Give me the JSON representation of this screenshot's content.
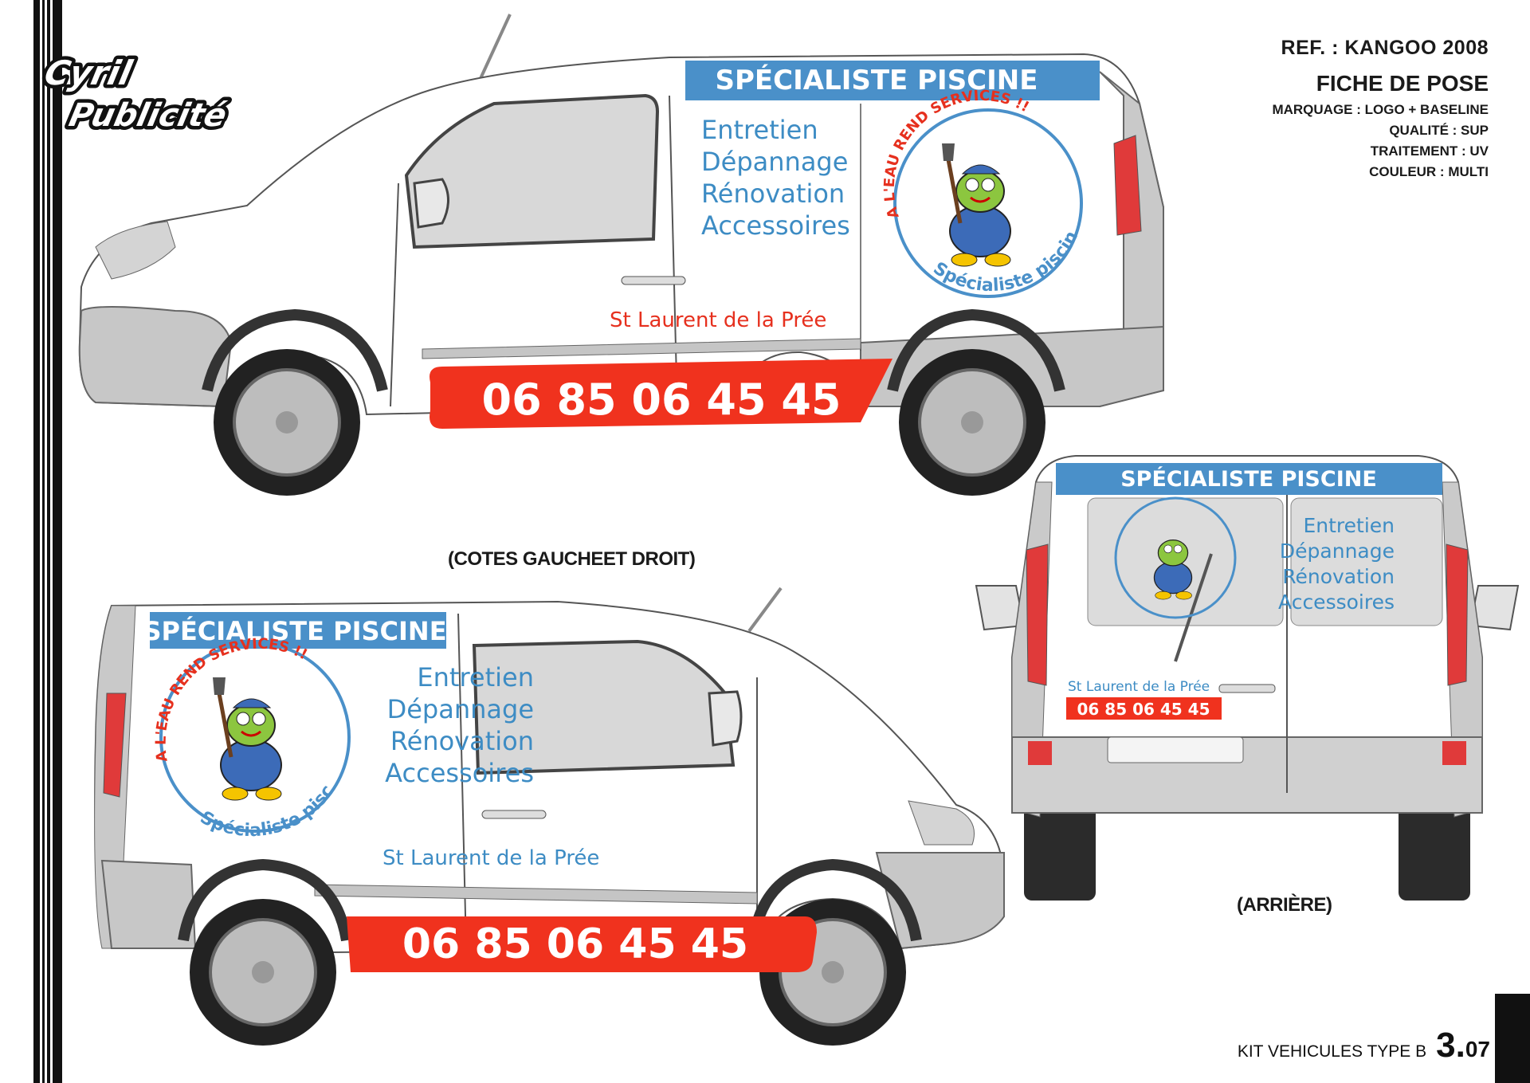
{
  "brand": {
    "line1": "Cyril",
    "line2": "Publicité"
  },
  "sheet": {
    "reference": "REF. : KANGOO 2008",
    "title": "FICHE DE POSE",
    "specs": [
      "MARQUAGE : LOGO + BASELINE",
      "QUALITÉ : SUP",
      "TRAITEMENT : UV",
      "COULEUR : MULTI"
    ]
  },
  "design": {
    "banner": "SPÉCIALISTE PISCINE",
    "services": [
      "Entretien",
      "Dépannage",
      "Rénovation",
      "Accessoires"
    ],
    "arc_top": "A L'EAU REND SERVICES !!",
    "arc_bottom": "Spécialiste piscine",
    "location": "St Laurent de la Prée",
    "phone": "06 85 06 45 45"
  },
  "captions": {
    "sides": "(COTES GAUCHEET DROIT)",
    "rear": "(ARRIÈRE)"
  },
  "footer": {
    "kit": "KIT VEHICULES TYPE B",
    "page_major": "3.",
    "page_minor": "07"
  },
  "colors": {
    "banner_blue": "#4a90c9",
    "service_blue": "#3d8cc4",
    "phone_red": "#f0321e",
    "location_red": "#e6301e",
    "body_grey": "#c8c8c8"
  }
}
